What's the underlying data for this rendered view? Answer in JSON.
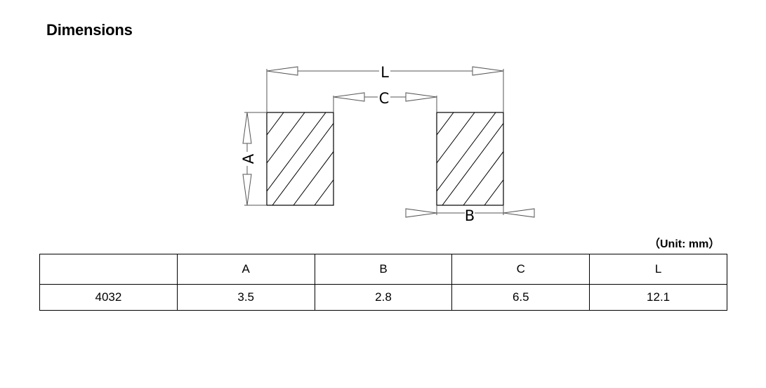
{
  "heading": "Dimensions",
  "diagram": {
    "labels": {
      "L": "L",
      "C": "C",
      "A": "A",
      "B": "B"
    }
  },
  "unit_note": "（Unit: mm）",
  "table": {
    "headers": [
      "",
      "A",
      "B",
      "C",
      "L"
    ],
    "rows": [
      [
        "4032",
        "3.5",
        "2.8",
        "6.5",
        "12.1"
      ]
    ]
  }
}
